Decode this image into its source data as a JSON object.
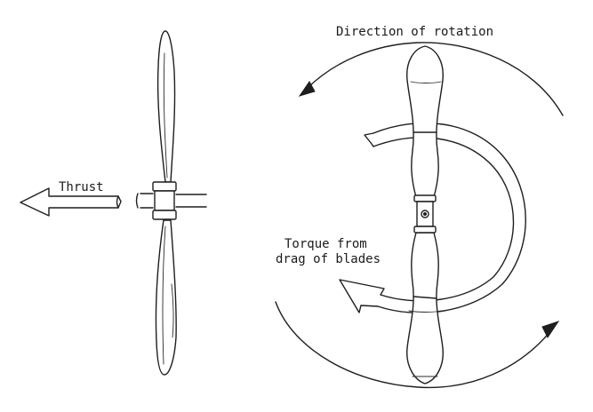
{
  "labels": {
    "thrust": "Thrust",
    "direction_of_rotation": "Direction of rotation",
    "torque_line1": "Torque from",
    "torque_line2": "drag of blades"
  },
  "colors": {
    "ink": "#1e1e1e",
    "background": "#ffffff"
  }
}
